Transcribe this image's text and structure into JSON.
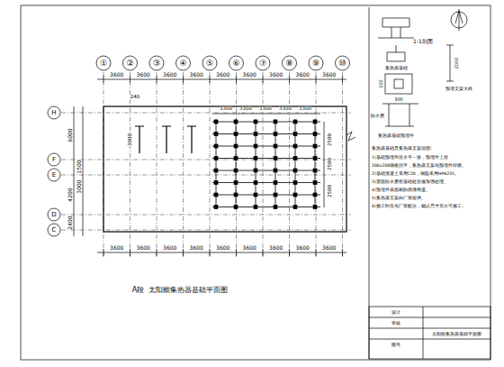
{
  "diagram": {
    "title": "A段  太阳能集热器基础平面图",
    "labels": [
      "①",
      "②",
      "③",
      "④",
      "⑤",
      "⑥",
      "⑦",
      "⑧",
      "⑨",
      "⑩",
      "3600",
      "3600",
      "3600",
      "3600",
      "3600",
      "3600",
      "3600",
      "3600",
      "3600",
      "3600",
      "3600",
      "3600",
      "3600",
      "3600",
      "3600",
      "3600",
      "3600",
      "3600",
      "H",
      "F",
      "E",
      "D",
      "C",
      "6000",
      "1500",
      "3000",
      "4200",
      "2400",
      "3300",
      "3300",
      "3300",
      "3300",
      "3300",
      "2500",
      "2500",
      "2500",
      "240",
      "3000",
      "1-1剖面",
      "集热器基础",
      "预埋支架大样",
      "300",
      "100",
      "2000",
      "防水层",
      "集热器基础预埋件",
      "集热器基础及集热器支架说明:",
      "1)基础预埋件应水平一致，预埋件上留",
      "200x200钢板找平，集热器支架与预埋件焊接。",
      "2)基础混凝土采用C20，钢筋采用HPB235。",
      "3)屋面防水层在基础处应做加强处理。",
      "4)预埋件表面刷防锈漆两道。",
      "5)集热器支架由厂家提供。",
      "6)施工时应与厂家配合，确认尺寸后方可施工。",
      "设计",
      "审核",
      "太阳能集热器基础平面图",
      "图号"
    ]
  }
}
